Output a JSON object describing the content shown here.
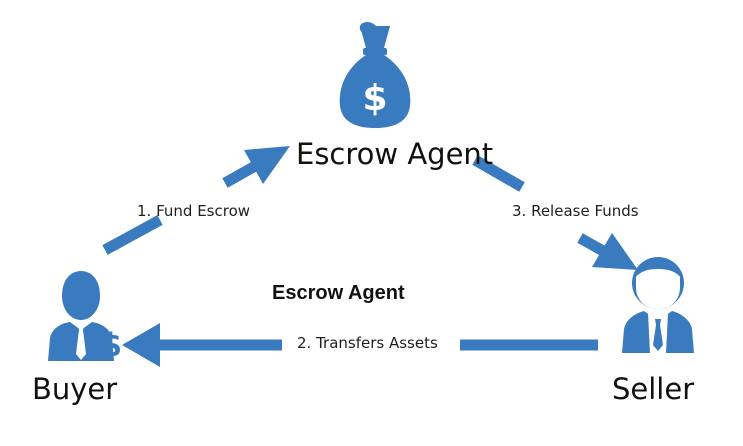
{
  "diagram": {
    "center_title": "Escrow Agent",
    "nodes": {
      "agent": {
        "label": "Escrow Agent",
        "icon": "money-bag-icon"
      },
      "buyer": {
        "label": "Buyer",
        "icon": "businessman-dollar-icon"
      },
      "seller": {
        "label": "Seller",
        "icon": "businessman-icon"
      }
    },
    "edges": {
      "fund": {
        "label": "1. Fund Escrow",
        "from": "Buyer",
        "to": "Escrow Agent"
      },
      "transfer": {
        "label": "2. Transfers Assets",
        "from": "Seller",
        "to": "Buyer"
      },
      "release": {
        "label": "3.  Release Funds",
        "from": "Escrow Agent",
        "to": "Seller"
      }
    },
    "colors": {
      "accent": "#3a7bbf",
      "text": "#111111"
    }
  }
}
